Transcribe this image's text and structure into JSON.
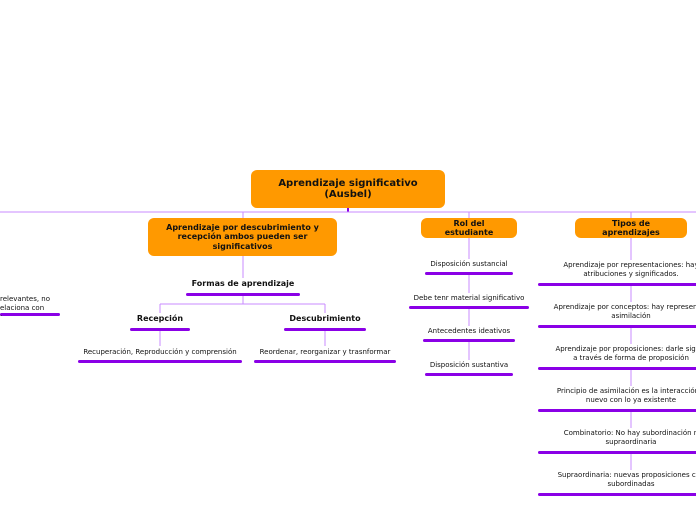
{
  "root": {
    "label": "Aprendizaje significativo (Ausbel)"
  },
  "categories": [
    {
      "label": "Aprendizaje por descubrimiento y recepción ambos pueden ser significativos"
    },
    {
      "label": "Rol del estudiante"
    },
    {
      "label": "Tipos de aprendizajes"
    }
  ],
  "left_partial": {
    "line1": "relevantes, no",
    "line2": "elaciona con",
    "line3": "."
  },
  "formas": {
    "title": "Formas de aprendizaje",
    "recepcion": {
      "title": "Recepción",
      "detail": "Recuperación, Reproducción y comprensión"
    },
    "descubrimiento": {
      "title": "Descubrimiento",
      "detail": "Reordenar, reorganizar y trasnformar"
    }
  },
  "rol": [
    "Disposición sustancial",
    "Debe tenr material significativo",
    "Antecedentes ideativos",
    "Disposición sustantiva"
  ],
  "tipos": [
    {
      "line1": "Aprendizaje por representaciones: hay",
      "line2": "atribuciones y significados."
    },
    {
      "line1": "Aprendizaje por conceptos: hay representac",
      "line2": "asimilación"
    },
    {
      "line1": "Aprendizaje por proposiciones: darle signifi",
      "line2": "a través  de forma de proposición"
    },
    {
      "line1": "Principio de asimilación es la interacción c",
      "line2": "nuevo con lo ya existente"
    },
    {
      "line1": "Combinatorio: No hay subordinación n",
      "line2": "supraordinaria"
    },
    {
      "line1": "Supraordinaria: nuevas proposiciones con",
      "line2": "subordinadas"
    }
  ],
  "colors": {
    "node_fill": "#ff9900",
    "connector": "#c98bff",
    "underline": "#8a00e6"
  }
}
